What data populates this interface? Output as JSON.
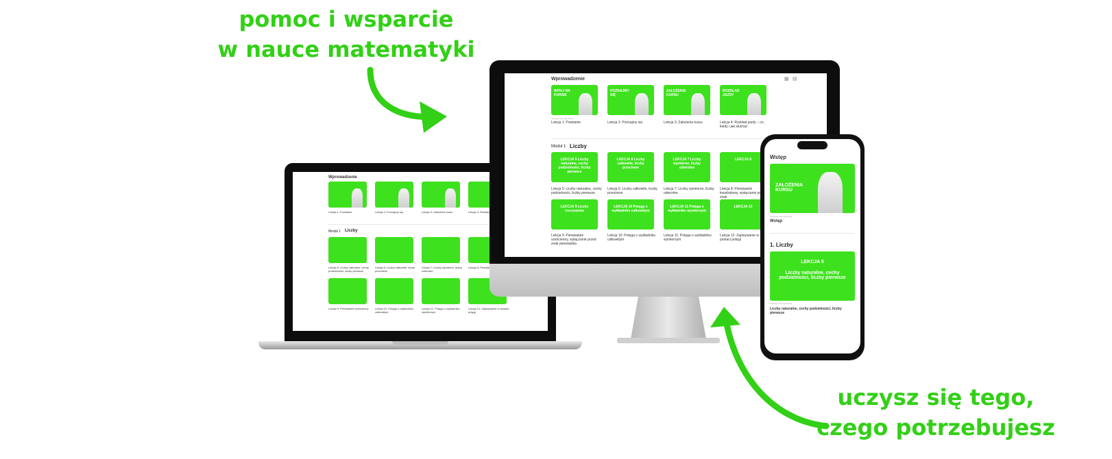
{
  "headline_top": {
    "line1": "pomoc i wsparcie",
    "line2": "w nauce matematyki"
  },
  "headline_bottom": {
    "line1": "uczysz się tego,",
    "line2": "czego potrzebujesz"
  },
  "colors": {
    "accent": "#32d016",
    "card": "#3ee11d"
  },
  "monitor": {
    "section_title": "Wprowadzenie",
    "module_label": "Moduł 1",
    "module_name": "Liczby",
    "intro_cards": [
      {
        "label": "WITAJ NA KURSIE",
        "caption": "Lekcja 1: Powitanie"
      },
      {
        "label": "POZNAJMY SIĘ",
        "caption": "Lekcja 2: Poznajmy się"
      },
      {
        "label": "ZAŁOŻENIA KURSU",
        "caption": "Lekcja 3: Założenia kursu"
      },
      {
        "label": "ROZKŁAD JAZDY",
        "caption": "Lekcja 4: Rozkład jazdy – co, kiedy i jak słuchać"
      }
    ],
    "lesson_cards_row1": [
      {
        "label": "LEKCJA 5 Liczby naturalne, cechy podzielności, liczby pierwsze",
        "caption": "Lekcja 5: Liczby naturalne, cechy podzielności, liczby pierwsze"
      },
      {
        "label": "LEKCJA 6 Liczby całkowite, liczby przeciwne",
        "caption": "Lekcja 6: Liczby całkowite, liczby przeciwne"
      },
      {
        "label": "LEKCJA 7 Liczby wymierne, liczby odwrotne",
        "caption": "Lekcja 7: Liczby wymierne, liczby odwrotne"
      },
      {
        "label": "LEKCJA 8",
        "caption": "Lekcja 8: Pierwiastek kwadratowy, wyłączanie przed znak"
      }
    ],
    "lesson_cards_row2": [
      {
        "label": "LEKCJA 9 Liczby rzeczywiste",
        "caption": "Lekcja 9: Pierwiastek sześcienny, wyłączanie przed znak pierwiastka"
      },
      {
        "label": "LEKCJA 10 Potęga o wykładniku całkowitym",
        "caption": "Lekcja 10: Potęga o wykładniku całkowitym"
      },
      {
        "label": "LEKCJA 11 Potęga o wykładniku wymiernym",
        "caption": "Lekcja 11: Potęga o wykładniku wymiernym"
      },
      {
        "label": "LEKCJA 12",
        "caption": "Lekcja 12: Zapisywanie w postaci potęgi"
      }
    ],
    "category": "Strategia dwuzgłoskowa"
  },
  "laptop": {
    "section_title": "Wprowadzenie",
    "module_label": "Moduł 1",
    "module_name": "Liczby",
    "intro_captions": [
      "Lekcja 1: Powitanie",
      "Lekcja 2: Poznajmy się",
      "Lekcja 3: Założenia kursu",
      "Lekcja 4: Rozkład jazdy"
    ],
    "row1_captions": [
      "Lekcja 5: Liczby naturalne, cechy podzielności, liczby pierwsze",
      "Lekcja 6: Liczby całkowite, liczby przeciwne",
      "Lekcja 7: Liczby wymierne, liczby odwrotne",
      "Lekcja 8: Pierwiastek"
    ],
    "row2_captions": [
      "Lekcja 9: Pierwiastek sześcienny",
      "Lekcja 10: Potęga o wykładniku całkowitym",
      "Lekcja 11: Potęga o wykładniku wymiernym",
      "Lekcja 12: Zapisywanie w postaci potęgi"
    ]
  },
  "phone": {
    "section_title": "Wstęp",
    "intro_card_label": "ZAŁOŻENIA KURSU",
    "intro_category": "Strategia dwuzgłoskowa",
    "intro_caption": "Wstęp",
    "module_title": "1. Liczby",
    "lesson_card_title": "LEKCJA 5",
    "lesson_card_subtitle": "Liczby naturalne, cechy podzielności, liczby pierwsze",
    "lesson_category": "Strategia dwuzgłoskowa",
    "lesson_caption": "Liczby naturalne, cechy podzielności, liczby pierwsze"
  }
}
